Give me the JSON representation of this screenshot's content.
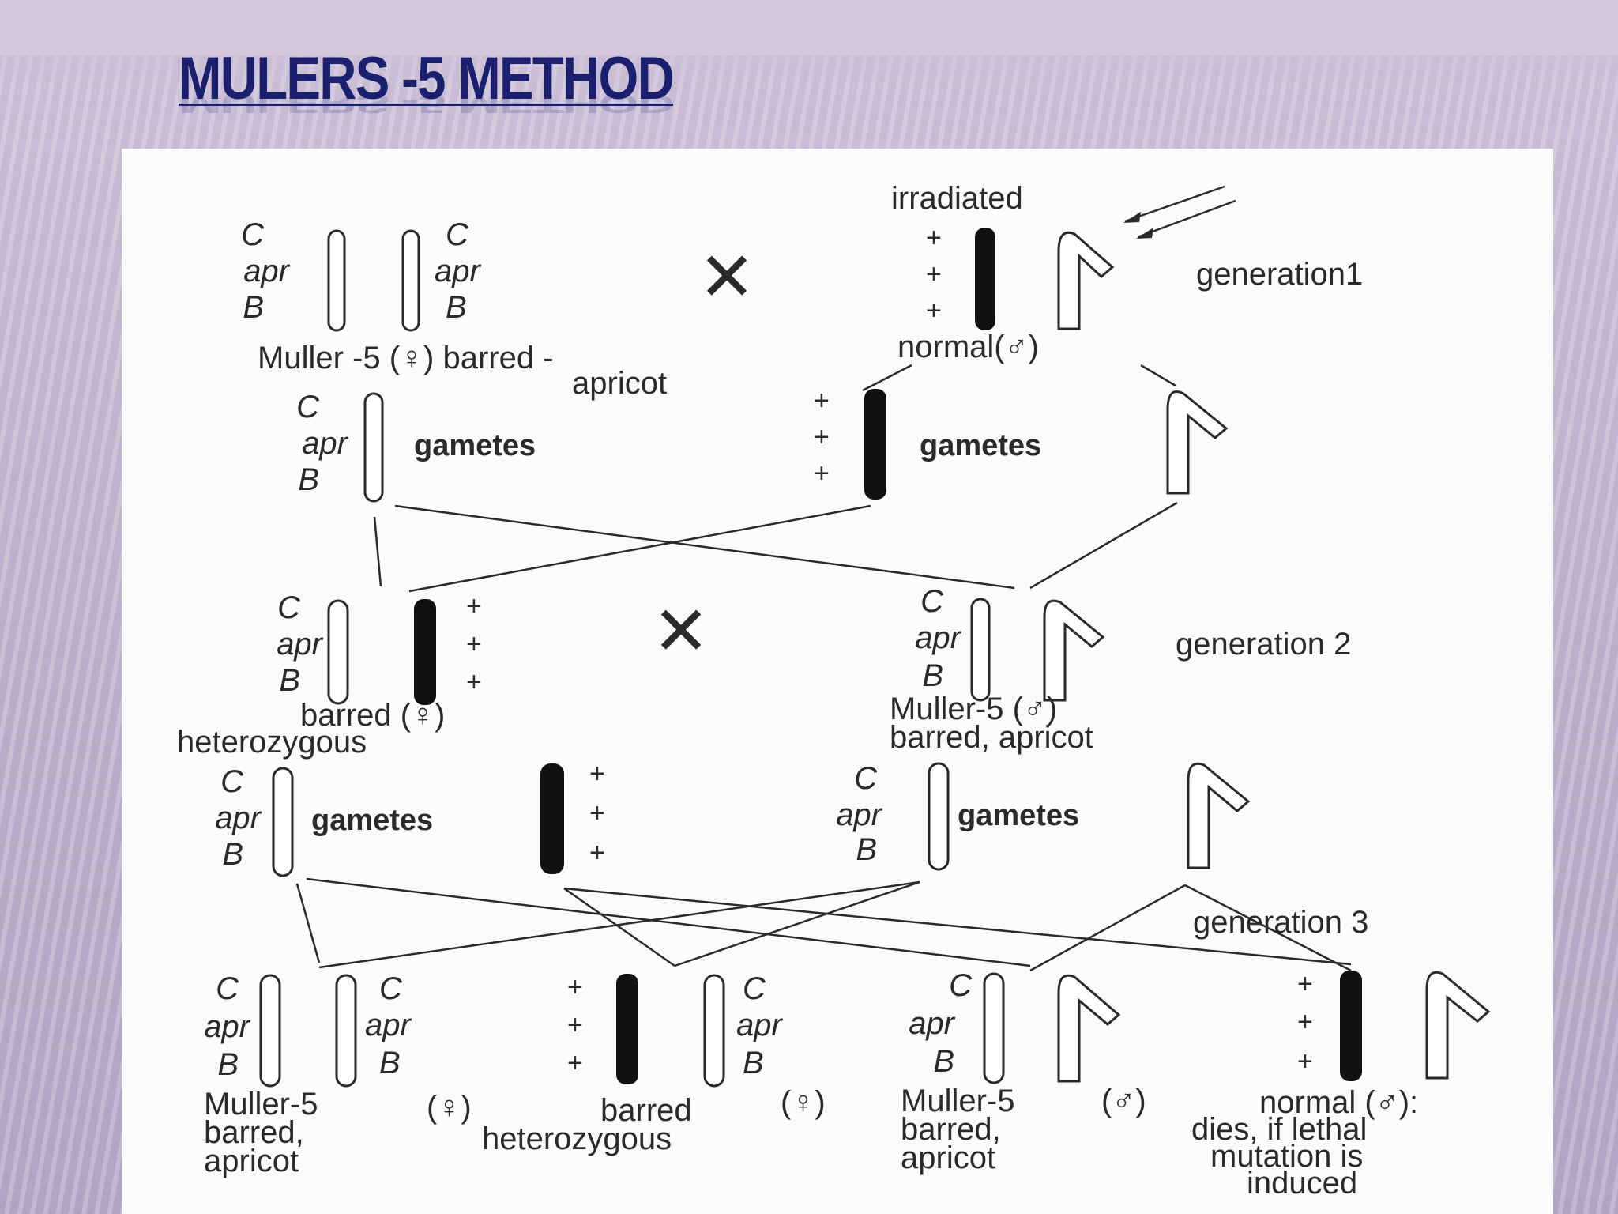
{
  "slide": {
    "title": "MULERS -5 METHOD"
  },
  "diagram": {
    "gen1": {
      "chrom_left_labels": [
        "C",
        "apr",
        "B"
      ],
      "chrom_right_labels": [
        "C",
        "apr",
        "B"
      ],
      "female_caption": "Muller -5 (♀) barred -",
      "female_caption2": "apricot",
      "cross": "✕",
      "irradiated": "irradiated",
      "male_plus": [
        "+",
        "+",
        "+"
      ],
      "male_caption": "normal(♂)",
      "generation_label": "generation1"
    },
    "gametes1": {
      "female_labels": [
        "C",
        "apr",
        "B"
      ],
      "female_word": "gametes",
      "male_plus": [
        "+",
        "+",
        "+"
      ],
      "male_word": "gametes"
    },
    "gen2": {
      "left_labels": [
        "C",
        "apr",
        "B"
      ],
      "left_plus": [
        "+",
        "+",
        "+"
      ],
      "female_caption": "barred (♀)",
      "female_caption2": "heterozygous",
      "cross": "✕",
      "right_labels": [
        "C",
        "apr",
        "B"
      ],
      "male_caption": "Muller-5 (♂)",
      "male_caption2": "barred, apricot",
      "generation_label": "generation 2"
    },
    "gametes2": {
      "left_labels": [
        "C",
        "apr",
        "B"
      ],
      "left_word": "gametes",
      "left_plus": [
        "+",
        "+",
        "+"
      ],
      "right_labels": [
        "C",
        "apr",
        "B"
      ],
      "right_word": "gametes"
    },
    "gen3": {
      "generation_label": "generation 3",
      "o1_labels_left": [
        "C",
        "apr",
        "B"
      ],
      "o1_labels_right": [
        "C",
        "apr",
        "B"
      ],
      "o1_caption": [
        "Muller-5",
        "barred,",
        "apricot"
      ],
      "o1_sex": "(♀)",
      "o2_plus": [
        "+",
        "+",
        "+"
      ],
      "o2_labels": [
        "C",
        "apr",
        "B"
      ],
      "o2_caption": [
        "barred",
        "heterozygous"
      ],
      "o2_sex": "(♀)",
      "o3_labels": [
        "C",
        "apr",
        "B"
      ],
      "o3_caption": [
        "Muller-5",
        "barred,",
        "apricot"
      ],
      "o3_sex": "(♂)",
      "o4_plus": [
        "+",
        "+",
        "+"
      ],
      "o4_caption": [
        "normal (♂):",
        "dies, if lethal",
        "mutation is",
        "induced"
      ]
    }
  }
}
